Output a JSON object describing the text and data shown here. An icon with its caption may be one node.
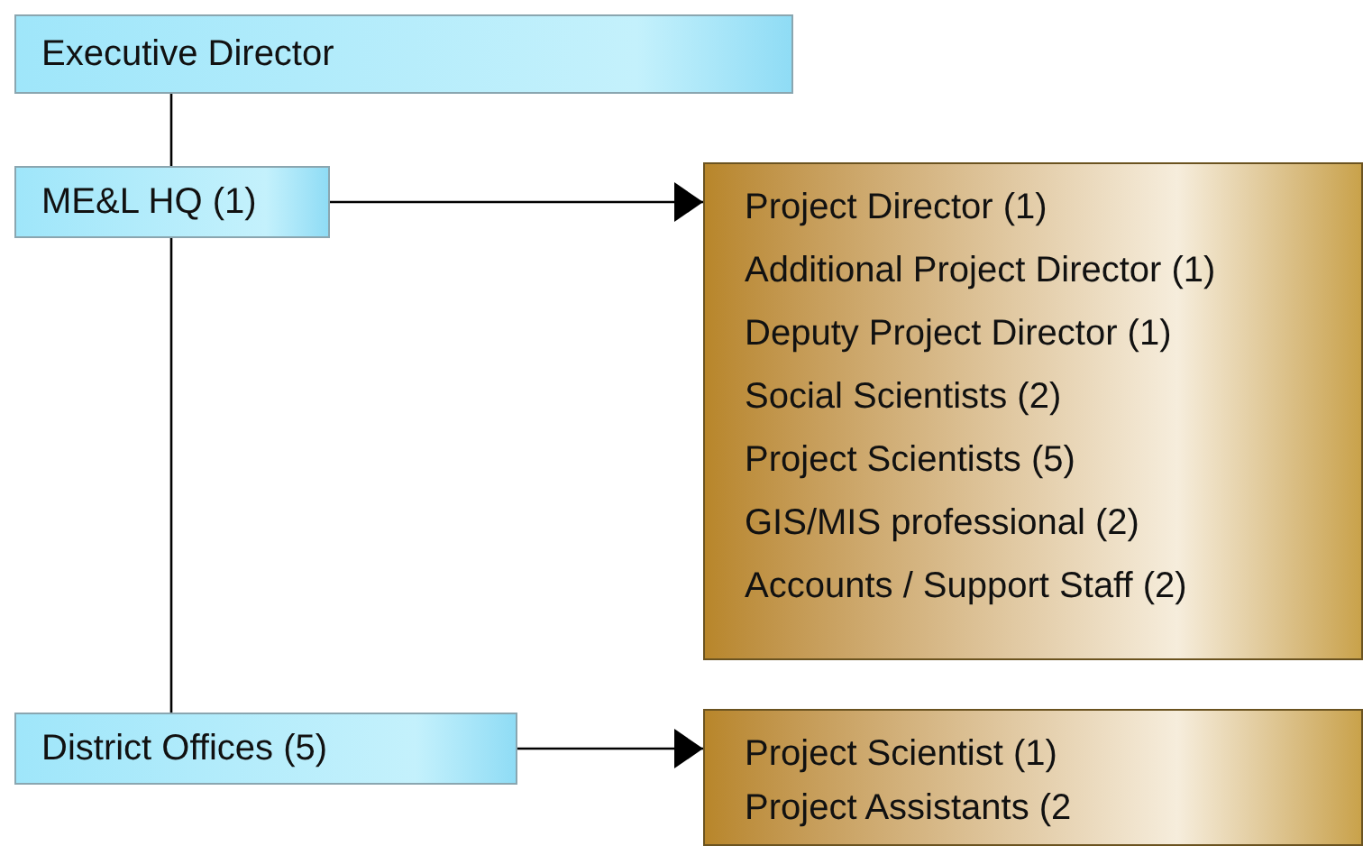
{
  "diagram": {
    "nodes": [
      {
        "text": [
          "Executive Director"
        ]
      },
      {
        "text": [
          "ME&L HQ (1)"
        ]
      },
      {
        "text": [
          "Project Director (1)",
          "Additional Project Director (1)",
          "Deputy Project Director (1)",
          "Social Scientists (2)",
          "Project Scientists (5)",
          "GIS/MIS professional (2)",
          "Accounts / Support Staff (2)"
        ]
      },
      {
        "text": [
          "District Offices (5)"
        ]
      },
      {
        "text": [
          "Project Scientist (1)",
          "Project Assistants (2"
        ]
      }
    ],
    "edges": [
      {
        "from": 0,
        "to": 1,
        "arrow": "none"
      },
      {
        "from": 1,
        "to": 3,
        "arrow": "none"
      },
      {
        "from": 1,
        "to": 2,
        "arrow": "to"
      },
      {
        "from": 3,
        "to": 4,
        "arrow": "to"
      }
    ]
  }
}
